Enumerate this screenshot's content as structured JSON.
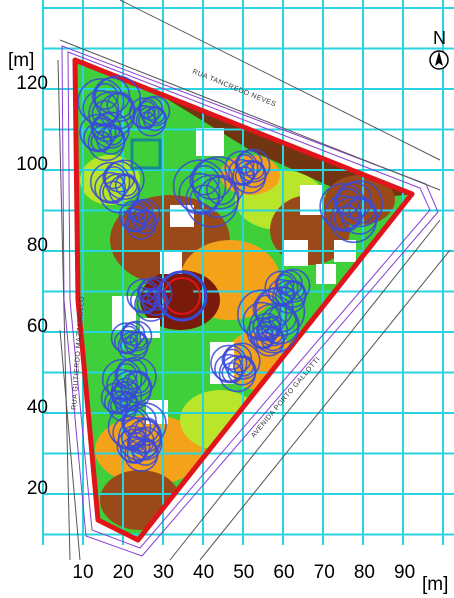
{
  "map": {
    "y_unit_label": "[m]",
    "x_unit_label": "[m]",
    "north_label": "N",
    "x_ticks": [
      "10",
      "20",
      "30",
      "40",
      "50",
      "60",
      "70",
      "80",
      "90"
    ],
    "y_ticks": [
      "20",
      "40",
      "60",
      "80",
      "100",
      "120"
    ],
    "streets": {
      "north": "RUA TANCREDO NEVES",
      "west": "RUA GUTIERDO MAZZAROLLO",
      "southeast": "AVENIDA PORTO GALLOTTI"
    },
    "colors": {
      "grid": "#29d4e2",
      "boundary": "#e0141a",
      "parcel_lines": "#8a3fd0",
      "hotspot": "#3a49d8",
      "green": "#3fcf3a",
      "yellow_green": "#b9e62a",
      "orange": "#f3a21a",
      "dark_red": "#8a1a0a",
      "brown": "#9a4a18"
    }
  }
}
